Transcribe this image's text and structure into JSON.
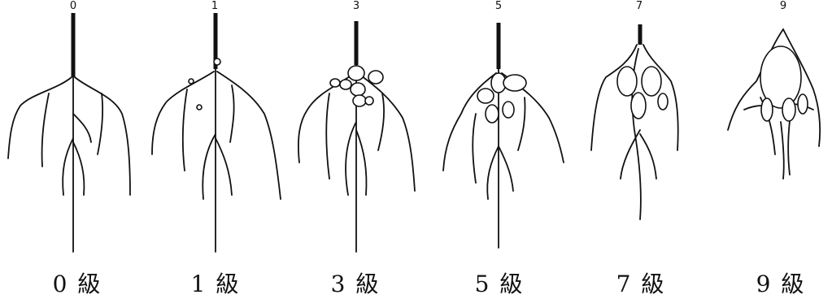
{
  "panels": [
    {
      "top_label": "0",
      "caption": "0 級"
    },
    {
      "top_label": "1",
      "caption": "1 級"
    },
    {
      "top_label": "3",
      "caption": "3 級"
    },
    {
      "top_label": "5",
      "caption": "5 級"
    },
    {
      "top_label": "7",
      "caption": "7 級"
    },
    {
      "top_label": "9",
      "caption": "9 級"
    }
  ]
}
